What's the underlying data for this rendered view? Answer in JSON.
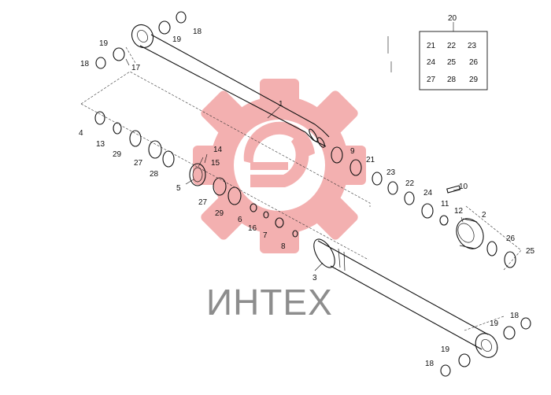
{
  "brand": {
    "text": "ИНТЕХ",
    "logo": "gear-logo",
    "logo_color": "#f0a0a0"
  },
  "kit": {
    "title": "20",
    "cells": [
      "21",
      "22",
      "23",
      "24",
      "25",
      "26",
      "27",
      "28",
      "29"
    ]
  },
  "callouts": {
    "p1": "1",
    "p2": "2",
    "p3": "3",
    "p4": "4",
    "p5": "5",
    "p6": "6",
    "p7": "7",
    "p8": "8",
    "p9": "9",
    "p10": "10",
    "p11": "11",
    "p12": "12",
    "p13": "13",
    "p14": "14",
    "p15": "15",
    "p16": "16",
    "p17": "17",
    "p18": "18",
    "p19": "19",
    "p21": "21",
    "p22": "22",
    "p23": "23",
    "p24": "24",
    "p25": "25",
    "p26": "26",
    "p27": "27",
    "p28": "28",
    "p29": "29"
  }
}
